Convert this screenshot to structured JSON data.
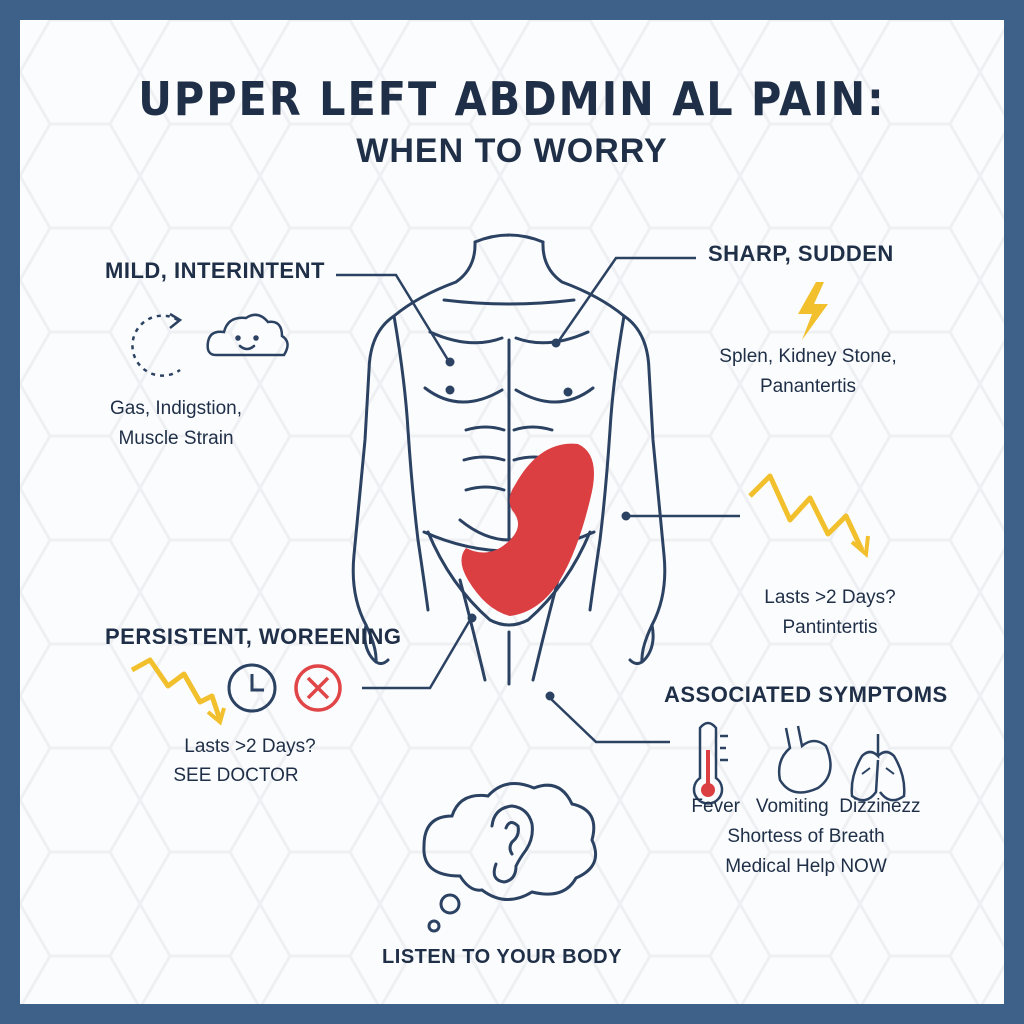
{
  "title": "UPPER LEFT ABDMIN AL PAIN:",
  "subtitle": "WHEN TO WORRY",
  "mild": {
    "heading": "MILD, INTERINTENT",
    "line1": "Gas, Indigstion,",
    "line2": "Muscle Strain",
    "icons": [
      "cycle-arrow-icon",
      "cloud-face-icon"
    ]
  },
  "sharp": {
    "heading": "SHARP, SUDDEN",
    "line1": "Splen, Kidney Stone,",
    "line2": "Panantertis",
    "icons": [
      "lightning-icon"
    ]
  },
  "lasting": {
    "line1": "Lasts >2 Days?",
    "line2": "Pantintertis",
    "icons": [
      "zigzag-arrow-icon"
    ]
  },
  "persistent": {
    "heading": "PERSISTENT, WOREENING",
    "line1": "Lasts >2 Days?",
    "line2": "SEE DOCTOR",
    "icons": [
      "zigzag-arrow-icon",
      "clock-icon",
      "cancel-icon"
    ]
  },
  "associated": {
    "heading": "ASSOCIATED SYMPTOMS",
    "line1": "Fever   Vomiting  Dizzinezz",
    "line2": "Shortess of Breath",
    "line3": "Medical Help NOW",
    "icons": [
      "thermometer-icon",
      "stomach-icon",
      "lungs-icon"
    ]
  },
  "footer": {
    "label": "LISTEN TO YOUR BODY",
    "icons": [
      "thought-bubble-icon",
      "ear-icon"
    ]
  },
  "colors": {
    "frame": "#3e6189",
    "ink": "#1f2f47",
    "body_line": "#2c4263",
    "pain": "#dc3f42",
    "accent": "#f1c02c",
    "cancel": "#e04548"
  }
}
